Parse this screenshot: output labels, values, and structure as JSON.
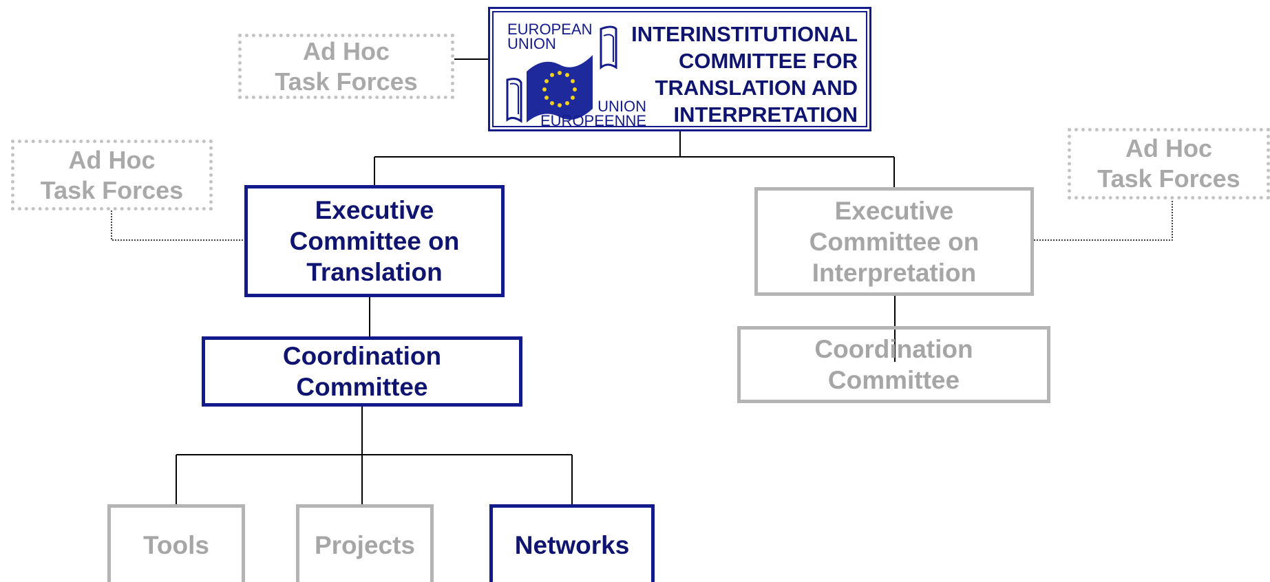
{
  "header": {
    "title": "INTERINSTITUTIONAL\nCOMMITTEE FOR\nTRANSLATION AND\nINTERPRETATION",
    "logo_top": "EUROPEAN\nUNION",
    "logo_bottom": "UNION\nEUROPEENNE",
    "logo_icon": "eu-flag-emblem"
  },
  "adhoc_top": {
    "label": "Ad Hoc\nTask Forces"
  },
  "adhoc_left": {
    "label": "Ad Hoc\nTask Forces"
  },
  "adhoc_right": {
    "label": "Ad Hoc\nTask Forces"
  },
  "exec_translation": {
    "label": "Executive\nCommittee on\nTranslation"
  },
  "exec_interpretation": {
    "label": "Executive\nCommittee on\nInterpretation"
  },
  "coord_translation": {
    "label": "Coordination\nCommittee"
  },
  "coord_interpretation": {
    "label": "Coordination\nCommittee"
  },
  "leaves": {
    "tools": "Tools",
    "projects": "Projects",
    "networks": "Networks"
  },
  "colors": {
    "active": "#131A8C",
    "muted": "#B4B4B4",
    "dotted": "#C3C3C3",
    "connector": "#000000"
  }
}
